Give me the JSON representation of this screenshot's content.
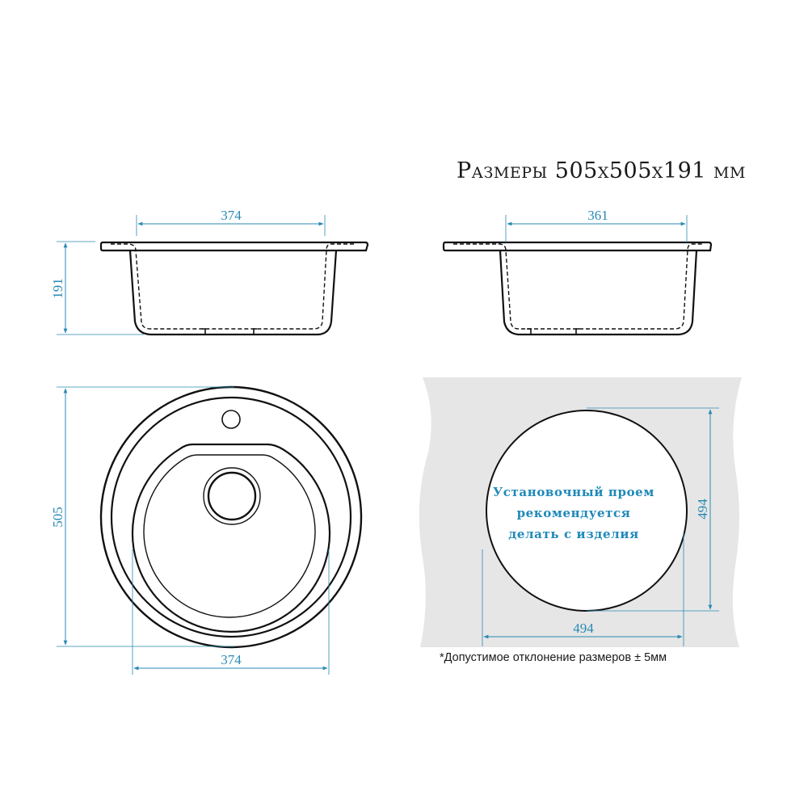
{
  "title": "Размеры 505x505x191 мм",
  "colors": {
    "dimension_line": "#2a8ab4",
    "outline": "#111111",
    "countertop": "#e6e6e6",
    "label_text": "#1f89b8"
  },
  "side_view_left": {
    "width_dim": "374",
    "height_dim": "191"
  },
  "side_view_right": {
    "width_dim": "361"
  },
  "top_view": {
    "height_dim": "505",
    "width_dim": "374"
  },
  "cutout_view": {
    "message": [
      "Установочный проем",
      "рекомендуется",
      "делать с изделия"
    ],
    "height_dim": "494",
    "width_dim": "494"
  },
  "footnote": "*Допустимое отклонение размеров  ± 5мм"
}
